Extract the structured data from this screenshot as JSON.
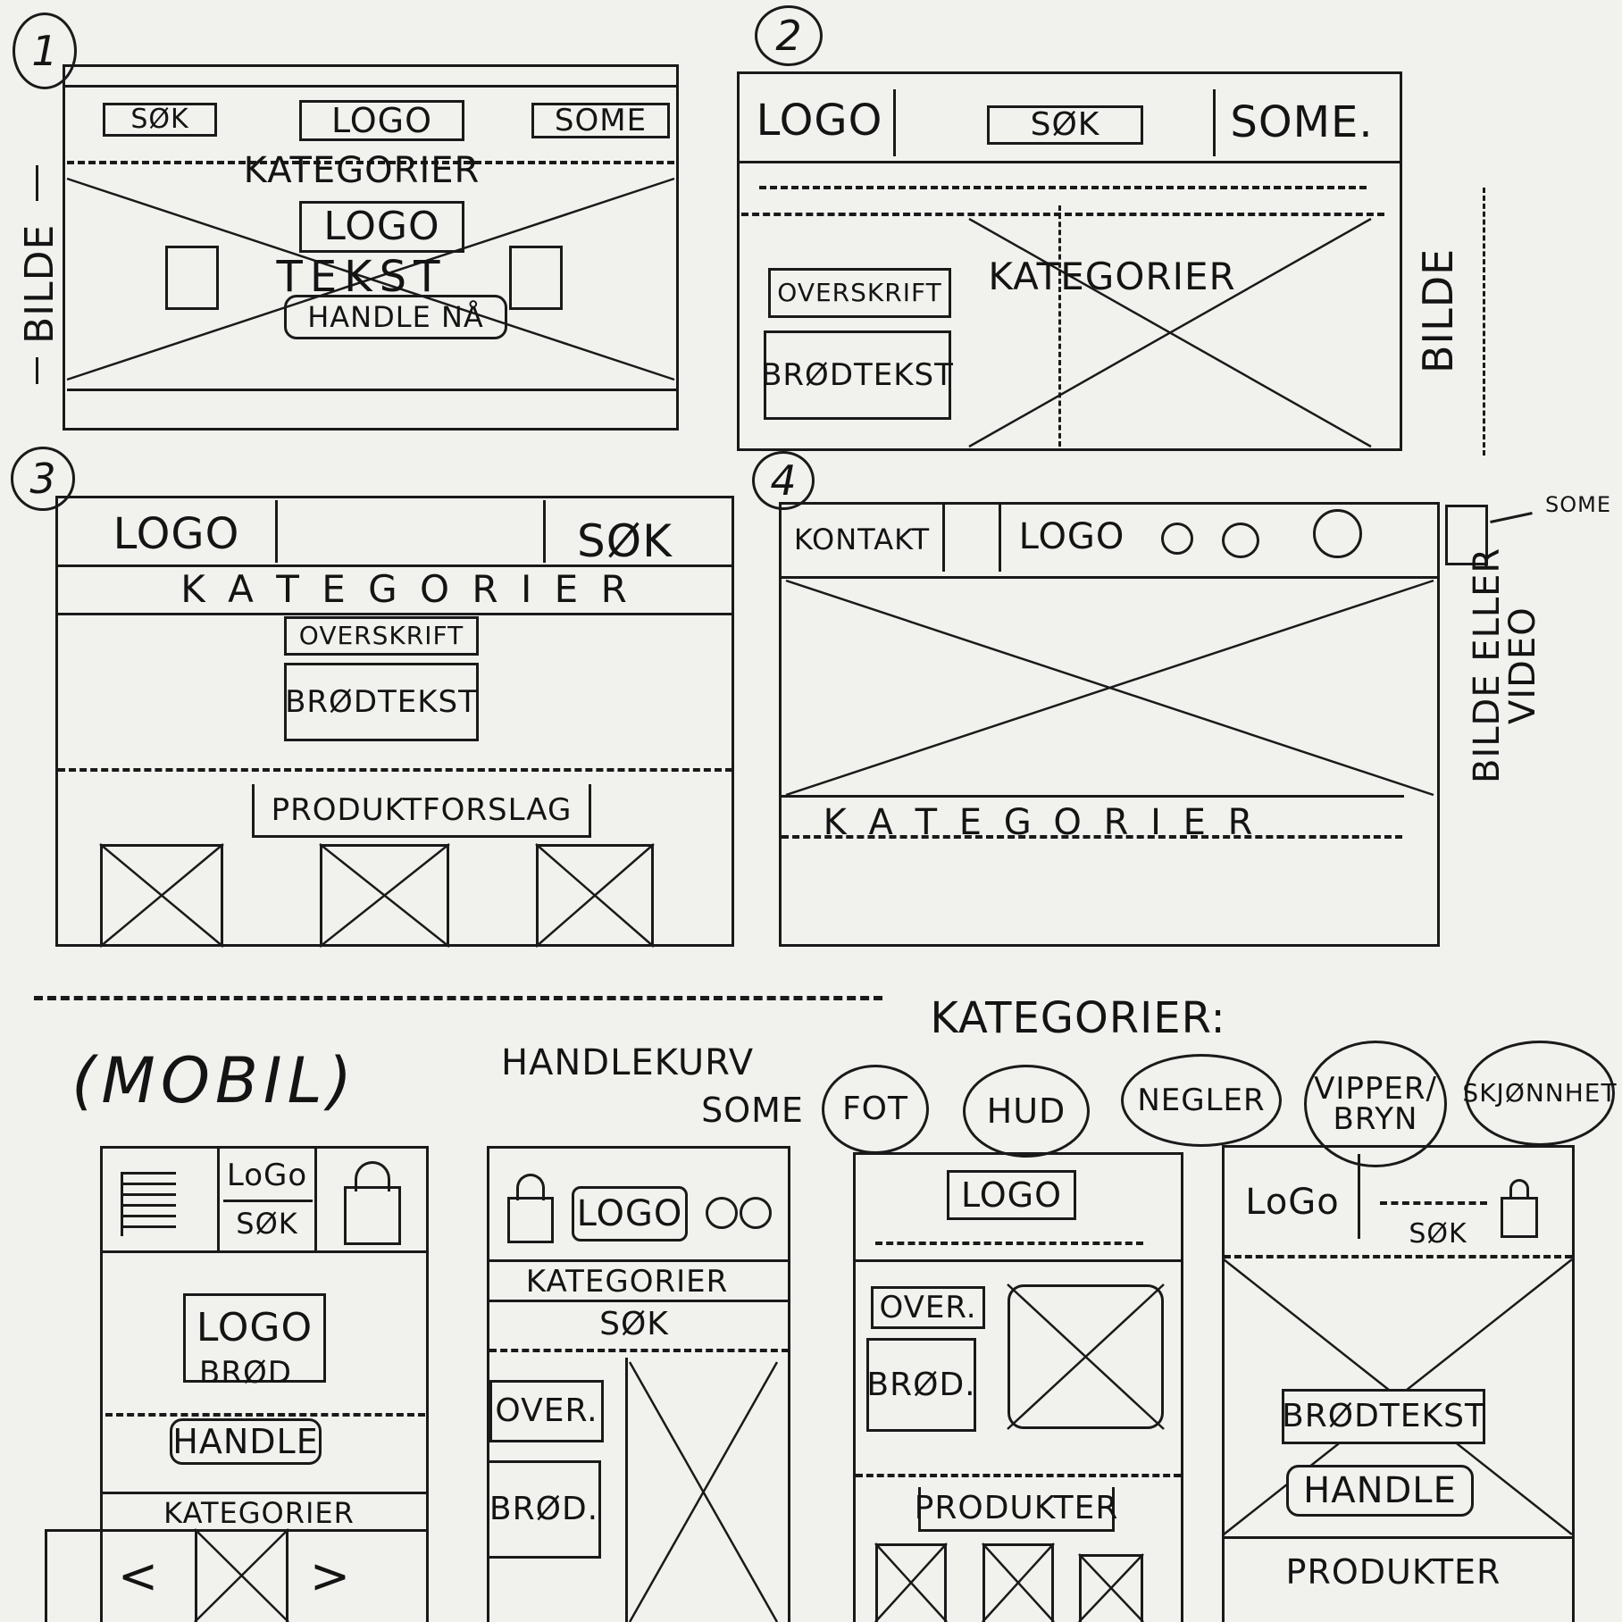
{
  "sketch": {
    "labels": {
      "one": "1",
      "two": "2",
      "three": "3",
      "four": "4",
      "sok": "SØK",
      "logo": "LOGO",
      "some": "SOME",
      "some_dot": "SOME.",
      "kategorier": "KATEGORIER",
      "kategorier_spaced": "K A T E G O R I E R",
      "bilde": "BILDE",
      "tekst": "TEKST",
      "handle_na": "HANDLE NÅ",
      "overskrift": "OVERSKRIFT",
      "brodtekst": "BRØDTEKST",
      "produktforslag": "PRODUKTFORSLAG",
      "kontakt": "KONTAKT",
      "bilde_eller_video": "BILDE ELLER VIDEO",
      "mobil": "(MOBIL)",
      "handlekurv": "HANDLEKURV",
      "kategorier_colon": "KATEGORIER:",
      "brod": "BRØD",
      "handle": "HANDLE",
      "over": "OVER.",
      "brod_short": "BRØD.",
      "produkter": "PRODUKTER",
      "lt": "<",
      "gt": ">",
      "logo_small": "LoGo"
    },
    "categories": [
      "FOT",
      "HUD",
      "NEGLER",
      "VIPPER/ BRYN",
      "SKJØNNHET"
    ]
  }
}
